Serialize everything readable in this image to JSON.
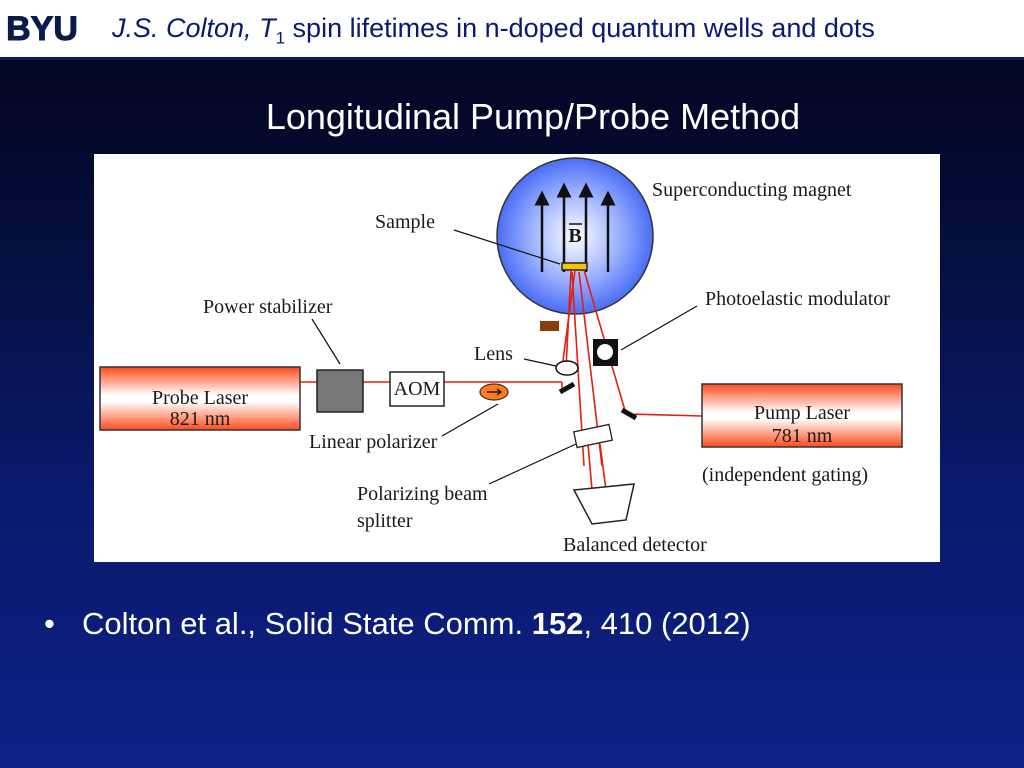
{
  "header": {
    "author": "J.S. Colton, ",
    "t_symbol": "T",
    "t_subscript": "1",
    "title_rest": " spin lifetimes in n-doped quantum wells and dots",
    "logo_text": "BYU"
  },
  "slide_title": "Longitudinal Pump/Probe Method",
  "diagram": {
    "labels": {
      "superconducting_magnet": "Superconducting magnet",
      "sample": "Sample",
      "b_field": "B",
      "power_stabilizer": "Power stabilizer",
      "photoelastic_modulator": "Photoelastic modulator",
      "lens": "Lens",
      "probe_laser": "Probe Laser",
      "probe_wavelength": "821 nm",
      "aom": "AOM",
      "pump_laser": "Pump Laser",
      "pump_wavelength": "781 nm",
      "linear_polarizer": "Linear polarizer",
      "independent_gating": "(independent gating)",
      "polarizing_beam_line1": "Polarizing beam",
      "polarizing_beam_line2": "splitter",
      "balanced_detector": "Balanced detector"
    },
    "colors": {
      "beam": "#e02010",
      "magnet_fill": "#5a7cff",
      "laser_fill": "#ff5a2a",
      "aom_border": "#222222",
      "stabilizer_fill": "#777777",
      "polarizer_fill": "#ff7a20",
      "sample_fill": "#f5c400",
      "stage_fill": "#8a3c0c"
    }
  },
  "bullet": {
    "prefix": "Colton et al., Solid State Comm. ",
    "volume": "152",
    "suffix": ", 410 (2012)"
  }
}
